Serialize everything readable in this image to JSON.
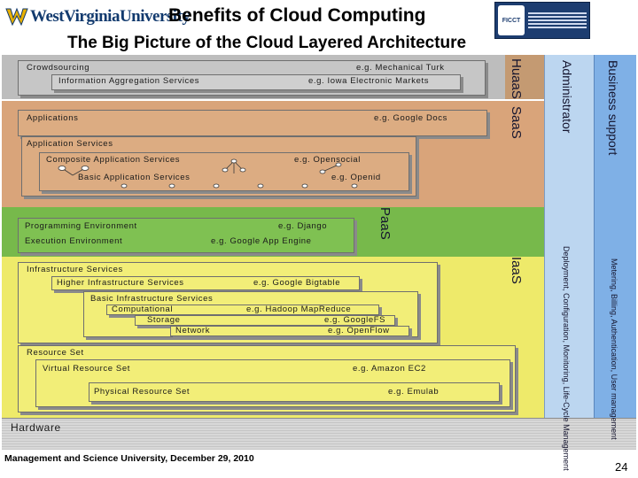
{
  "header": {
    "university": "WestVirginiaUniversity",
    "title": "Benefits of Cloud Computing",
    "subtitle": "The Big Picture of the Cloud Layered Architecture",
    "conference_logo_text": "FICCT"
  },
  "colors": {
    "huaas_band": "#bdbdbd",
    "saas_band": "#d9a47a",
    "paas_band": "#77b94b",
    "iaas_band": "#eeea6a",
    "hardware_band": "#d8d8d8",
    "administrator_column": "#bcd6f0",
    "business_column": "#7fb0e6"
  },
  "layers": {
    "huaas": {
      "label": "HuaaS",
      "crowdsourcing": "Crowdsourcing",
      "crowdsourcing_eg": "e.g. Mechanical Turk",
      "info_agg": "Information Aggregation Services",
      "info_agg_eg": "e.g. Iowa Electronic Markets"
    },
    "saas": {
      "label": "SaaS",
      "applications": "Applications",
      "applications_eg": "e.g. Google Docs",
      "app_services": "Application Services",
      "composite": "Composite Application Services",
      "composite_eg": "e.g. Opensocial",
      "basic": "Basic Application Services",
      "basic_eg": "e.g. Openid"
    },
    "paas": {
      "label": "PaaS",
      "programming": "Programming Environment",
      "programming_eg": "e.g. Django",
      "execution": "Execution Environment",
      "execution_eg": "e.g. Google App Engine"
    },
    "iaas": {
      "label": "IaaS",
      "infra": "Infrastructure Services",
      "higher": "Higher Infrastructure Services",
      "higher_eg": "e.g. Google Bigtable",
      "basic": "Basic Infrastructure Services",
      "computational": "Computational",
      "computational_eg": "e.g. Hadoop MapReduce",
      "storage": "Storage",
      "storage_eg": "e.g. GoogleFS",
      "network": "Network",
      "network_eg": "e.g. OpenFlow",
      "resource_set": "Resource Set",
      "virtual": "Virtual Resource Set",
      "virtual_eg": "e.g. Amazon EC2",
      "physical": "Physical Resource Set",
      "physical_eg": "e.g. Emulab"
    },
    "hardware": {
      "label": "Hardware"
    }
  },
  "side": {
    "administrator": "Administrator",
    "administrator_detail": "Deployment, Configuration, Monitoring, Life-Cycle Management",
    "business": "Business support",
    "business_detail": "Metering, Billing, Authentication, User management"
  },
  "footer": {
    "text": "Management and Science University, December 29, 2010",
    "page": "24"
  }
}
